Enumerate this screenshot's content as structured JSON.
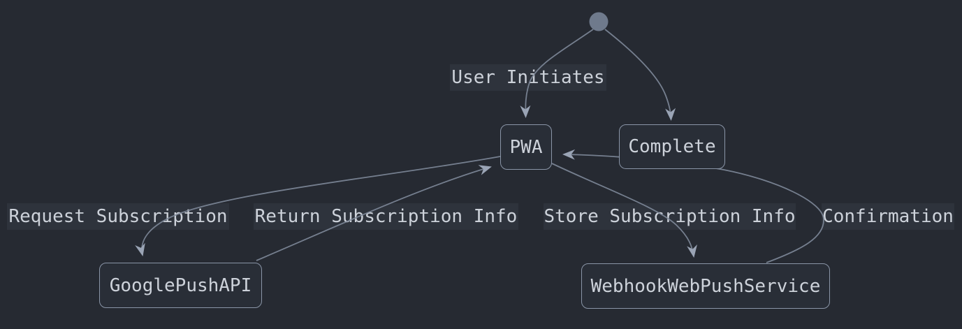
{
  "diagram": {
    "kind": "state-diagram",
    "initial_state": {
      "shape": "filled-circle"
    },
    "nodes": [
      {
        "id": "PWA",
        "label": "PWA"
      },
      {
        "id": "Complete",
        "label": "Complete"
      },
      {
        "id": "GooglePushAPI",
        "label": "GooglePushAPI"
      },
      {
        "id": "WebhookWebPushService",
        "label": "WebhookWebPushService"
      }
    ],
    "edges": [
      {
        "from": "initial",
        "to": "PWA",
        "label": "User Initiates"
      },
      {
        "from": "initial",
        "to": "Complete",
        "label": ""
      },
      {
        "from": "PWA",
        "to": "GooglePushAPI",
        "label": "Request Subscription"
      },
      {
        "from": "GooglePushAPI",
        "to": "PWA",
        "label": "Return Subscription Info"
      },
      {
        "from": "PWA",
        "to": "WebhookWebPushService",
        "label": "Store Subscription Info"
      },
      {
        "from": "WebhookWebPushService",
        "to": "PWA",
        "label": "Confirmation"
      }
    ],
    "colors": {
      "background": "#262a32",
      "node_fill": "#292e37",
      "node_border": "#8a95a7",
      "text": "#cdd2da",
      "edge_line": "#7e8899",
      "arrowhead": "#9aa4b5",
      "edge_label_bg": "#2e333c",
      "initial_dot": "#6f7a8c"
    }
  }
}
